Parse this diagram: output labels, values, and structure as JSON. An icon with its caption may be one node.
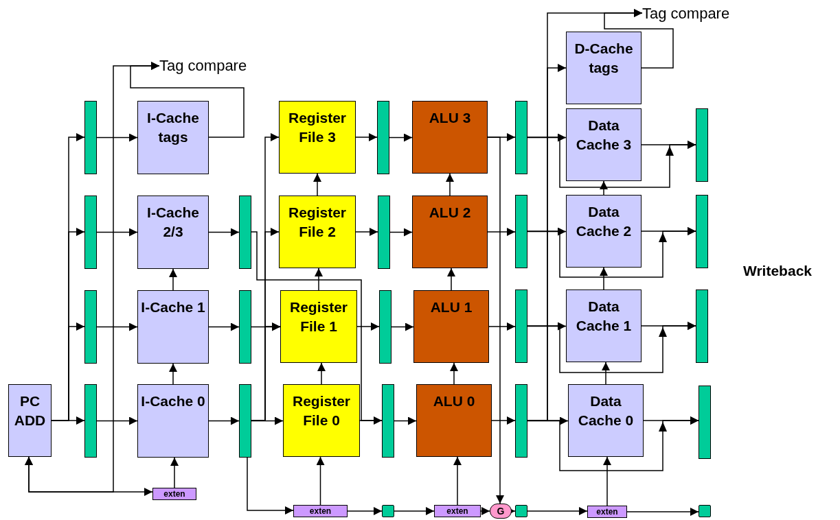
{
  "diagram": {
    "nodes": [
      {
        "text": [
          "Tag compare"
        ]
      },
      {
        "text": [
          "Tag compare"
        ]
      },
      {
        "text": [
          "PC ADD"
        ]
      },
      {
        "text": [
          "I-Cache tags"
        ]
      },
      {
        "text": [
          "I-Cache 2/3"
        ]
      },
      {
        "text": [
          "I-Cache 1"
        ]
      },
      {
        "text": [
          "I-Cache 0"
        ]
      },
      {
        "text": [
          "Register File 3"
        ]
      },
      {
        "text": [
          "Register File 2"
        ]
      },
      {
        "text": [
          "Register File 1"
        ]
      },
      {
        "text": [
          "Register File 0"
        ]
      },
      {
        "text": [
          "ALU 3"
        ]
      },
      {
        "text": [
          "ALU 2"
        ]
      },
      {
        "text": [
          "ALU 1"
        ]
      },
      {
        "text": [
          "ALU 0"
        ]
      },
      {
        "text": [
          "D-Cache tags"
        ]
      },
      {
        "text": [
          "Data Cache 3"
        ]
      },
      {
        "text": [
          "Data Cache 2"
        ]
      },
      {
        "text": [
          "Data Cache 1"
        ]
      },
      {
        "text": [
          "Data Cache 0"
        ]
      },
      {
        "text": [
          "exten"
        ]
      },
      {
        "text": [
          "exten"
        ]
      },
      {
        "text": [
          "exten"
        ]
      },
      {
        "text": [
          "G"
        ]
      },
      {
        "text": [
          "exten"
        ]
      },
      {
        "text": [],
        "shape": "bar"
      },
      {
        "text": [],
        "shape": "bar"
      },
      {
        "text": [],
        "shape": "bar"
      },
      {
        "text": [],
        "shape": "bar"
      },
      {
        "text": [],
        "shape": "bar"
      },
      {
        "text": [],
        "shape": "bar"
      },
      {
        "text": [],
        "shape": "bar"
      },
      {
        "text": [],
        "shape": "bar"
      },
      {
        "text": [],
        "shape": "bar"
      },
      {
        "text": [],
        "shape": "bar"
      },
      {
        "text": [],
        "shape": "bar"
      },
      {
        "text": [],
        "shape": "bar"
      },
      {
        "text": [],
        "shape": "bar"
      },
      {
        "text": [],
        "shape": "bar"
      },
      {
        "text": [],
        "shape": "bar"
      },
      {
        "text": [],
        "shape": "bar"
      },
      {
        "text": [],
        "shape": "bar"
      },
      {
        "text": [],
        "shape": "bar"
      },
      {
        "text": [],
        "shape": "bar"
      },
      {
        "text": [],
        "shape": "box"
      },
      {
        "text": [],
        "shape": "box"
      },
      {
        "text": [],
        "shape": "box"
      }
    ],
    "edges": [
      {
        "from": 2,
        "to": 28,
        "arrow": "to"
      },
      {
        "from": 2,
        "to": 27,
        "arrow": "to"
      },
      {
        "from": 2,
        "to": 26,
        "arrow": "to"
      },
      {
        "from": 2,
        "to": 25,
        "arrow": "to"
      },
      {
        "from": 25,
        "to": 3,
        "arrow": "to"
      },
      {
        "from": 26,
        "to": 4,
        "arrow": "to"
      },
      {
        "from": 27,
        "to": 5,
        "arrow": "to"
      },
      {
        "from": 28,
        "to": 6,
        "arrow": "to"
      },
      {
        "from": 3,
        "to": 0,
        "arrow": "to"
      },
      {
        "from": 2,
        "to": 0,
        "arrow": "both"
      },
      {
        "from": 2,
        "to": 20,
        "arrow": "both"
      },
      {
        "from": 20,
        "to": 6,
        "arrow": "to"
      },
      {
        "from": 6,
        "to": 5,
        "arrow": "to"
      },
      {
        "from": 5,
        "to": 4,
        "arrow": "to"
      },
      {
        "from": 6,
        "to": 31,
        "arrow": "to"
      },
      {
        "from": 5,
        "to": 30,
        "arrow": "to"
      },
      {
        "from": 4,
        "to": 29,
        "arrow": "to"
      },
      {
        "from": 31,
        "to": 10,
        "arrow": "to"
      },
      {
        "from": 31,
        "to": 9,
        "arrow": "to"
      },
      {
        "from": 31,
        "to": 8,
        "arrow": "to"
      },
      {
        "from": 31,
        "to": 7,
        "arrow": "to"
      },
      {
        "from": 30,
        "to": 9,
        "arrow": "to"
      },
      {
        "from": 29,
        "to": 35,
        "arrow": "none"
      },
      {
        "from": 7,
        "to": 32,
        "arrow": "to"
      },
      {
        "from": 8,
        "to": 33,
        "arrow": "to"
      },
      {
        "from": 9,
        "to": 34,
        "arrow": "to"
      },
      {
        "from": 10,
        "to": 35,
        "arrow": "to"
      },
      {
        "from": 32,
        "to": 11,
        "arrow": "to"
      },
      {
        "from": 33,
        "to": 12,
        "arrow": "to"
      },
      {
        "from": 34,
        "to": 13,
        "arrow": "to"
      },
      {
        "from": 35,
        "to": 14,
        "arrow": "to"
      },
      {
        "from": 11,
        "to": 36,
        "arrow": "to"
      },
      {
        "from": 12,
        "to": 37,
        "arrow": "to"
      },
      {
        "from": 13,
        "to": 38,
        "arrow": "to"
      },
      {
        "from": 14,
        "to": 39,
        "arrow": "to"
      },
      {
        "from": 11,
        "to": 23,
        "arrow": "to"
      },
      {
        "from": 36,
        "to": 16,
        "arrow": "to"
      },
      {
        "from": 37,
        "to": 17,
        "arrow": "to"
      },
      {
        "from": 38,
        "to": 18,
        "arrow": "to"
      },
      {
        "from": 39,
        "to": 19,
        "arrow": "to"
      },
      {
        "from": 39,
        "to": 15,
        "arrow": "to"
      },
      {
        "from": 39,
        "to": 1,
        "arrow": "to"
      },
      {
        "from": 15,
        "to": 1,
        "arrow": "to"
      },
      {
        "from": 16,
        "to": 40,
        "arrow": "to"
      },
      {
        "from": 17,
        "to": 41,
        "arrow": "to"
      },
      {
        "from": 18,
        "to": 42,
        "arrow": "to"
      },
      {
        "from": 19,
        "to": 43,
        "arrow": "to"
      },
      {
        "from": 36,
        "to": 40,
        "arrow": "to"
      },
      {
        "from": 37,
        "to": 41,
        "arrow": "to"
      },
      {
        "from": 38,
        "to": 42,
        "arrow": "to"
      },
      {
        "from": 39,
        "to": 43,
        "arrow": "to"
      },
      {
        "from": 21,
        "to": 10,
        "arrow": "to"
      },
      {
        "from": 10,
        "to": 9,
        "arrow": "to"
      },
      {
        "from": 9,
        "to": 8,
        "arrow": "to"
      },
      {
        "from": 8,
        "to": 7,
        "arrow": "to"
      },
      {
        "from": 22,
        "to": 14,
        "arrow": "to"
      },
      {
        "from": 14,
        "to": 13,
        "arrow": "to"
      },
      {
        "from": 13,
        "to": 12,
        "arrow": "to"
      },
      {
        "from": 12,
        "to": 11,
        "arrow": "to"
      },
      {
        "from": 24,
        "to": 19,
        "arrow": "to"
      },
      {
        "from": 19,
        "to": 18,
        "arrow": "to"
      },
      {
        "from": 18,
        "to": 17,
        "arrow": "to"
      },
      {
        "from": 17,
        "to": 16,
        "arrow": "to"
      },
      {
        "from": 31,
        "to": 21,
        "arrow": "to"
      },
      {
        "from": 21,
        "to": 44,
        "arrow": "to"
      },
      {
        "from": 44,
        "to": 22,
        "arrow": "to"
      },
      {
        "from": 22,
        "to": 23,
        "arrow": "to"
      },
      {
        "from": 23,
        "to": 45,
        "arrow": "to"
      },
      {
        "from": 45,
        "to": 24,
        "arrow": "to"
      },
      {
        "from": 24,
        "to": 46,
        "arrow": "to"
      }
    ],
    "labels": [
      "Writeback"
    ]
  }
}
